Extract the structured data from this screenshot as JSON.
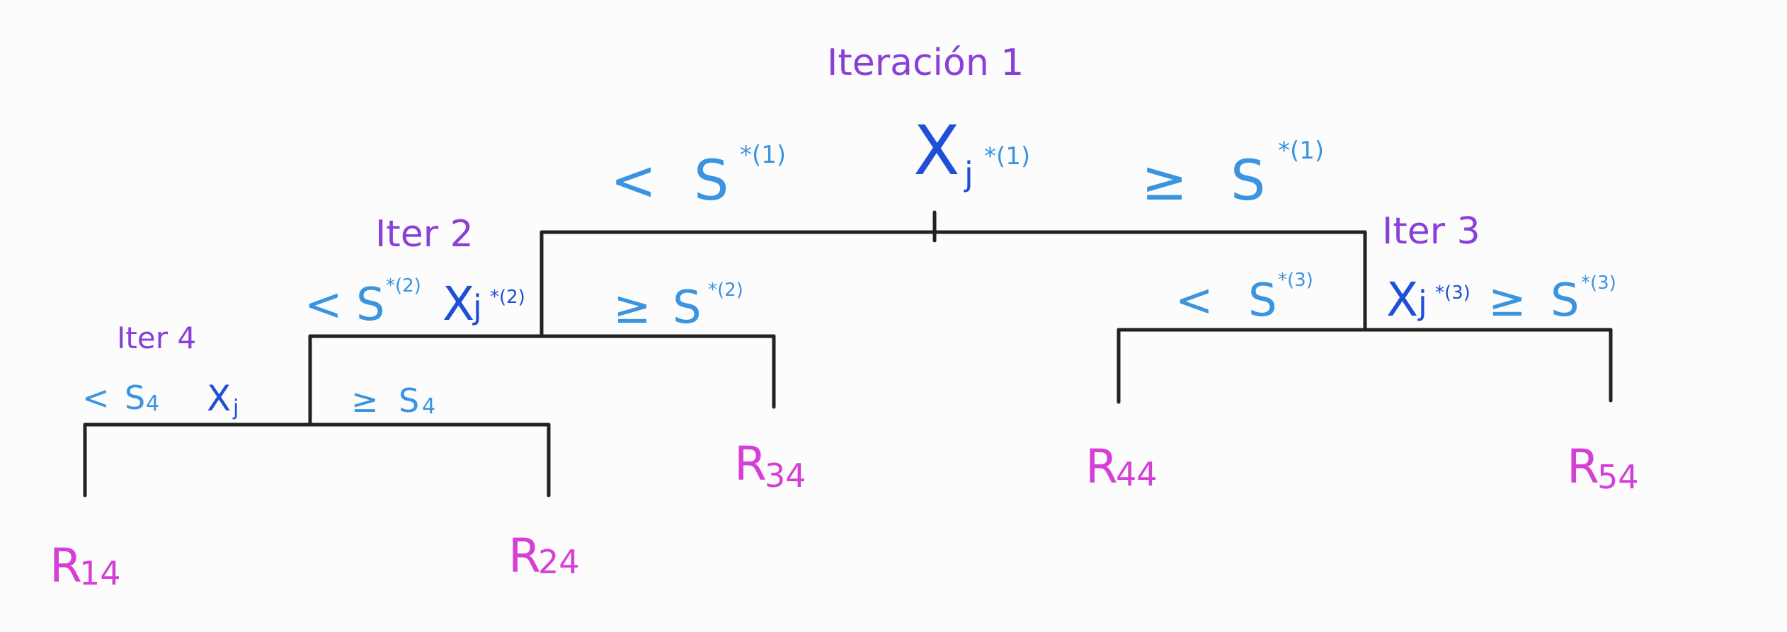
{
  "root": {
    "label": "Iteración 1",
    "var": "X",
    "var_sub": "j",
    "var_sup": "*(1)",
    "left_op": "<",
    "left_s": "S",
    "left_sup": "*(1)",
    "right_op": "≥",
    "right_s": "S",
    "right_sup": "*(1)"
  },
  "iter2": {
    "label": "Iter 2",
    "var": "X",
    "var_sub": "j",
    "var_sup": "*(2)",
    "left_op": "<",
    "left_s": "S",
    "left_sup": "*(2)",
    "right_op": "≥",
    "right_s": "S",
    "right_sup": "*(2)"
  },
  "iter3": {
    "label": "Iter 3",
    "var": "X",
    "var_sub": "j",
    "var_sup": "*(3)",
    "left_op": "<",
    "left_s": "S",
    "left_sup": "*(3)",
    "right_op": "≥",
    "right_s": "S",
    "right_sup": "*(3)"
  },
  "iter4": {
    "label": "Iter 4",
    "var": "X",
    "var_sub": "j",
    "left_op": "<",
    "left_s": "S",
    "left_sub": "4",
    "right_op": "≥",
    "right_s": "S",
    "right_sub": "4"
  },
  "leaves": [
    {
      "r": "R",
      "sub": "14"
    },
    {
      "r": "R",
      "sub": "24"
    },
    {
      "r": "R",
      "sub": "34"
    },
    {
      "r": "R",
      "sub": "44"
    },
    {
      "r": "R",
      "sub": "54"
    }
  ],
  "colors": {
    "iteration_label": "#8a3fd8",
    "condition": "#3a94df",
    "variable": "#1f4fd6",
    "leaf": "#d63fd6",
    "branch": "#222222"
  }
}
